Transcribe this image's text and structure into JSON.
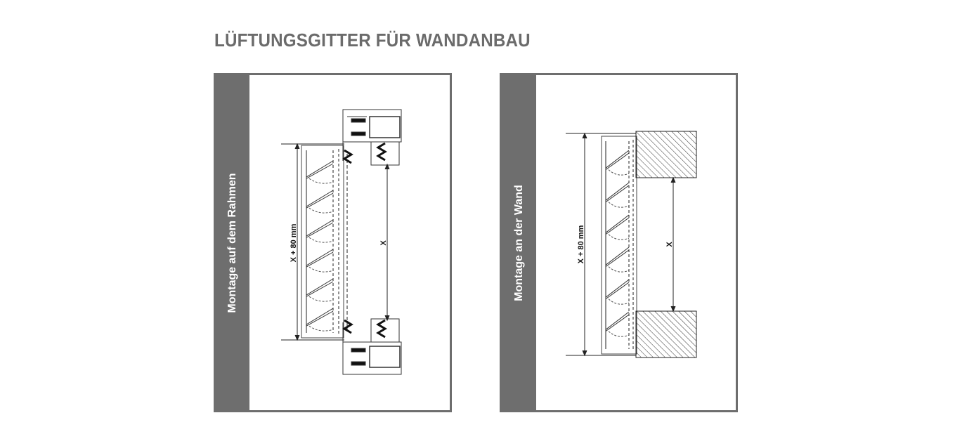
{
  "title": "LÜFTUNGSGITTER FÜR WANDANBAU",
  "panels": [
    {
      "label": "Montage auf dem Rahmen",
      "dim_outer": "X + 80 mm",
      "dim_inner": "X"
    },
    {
      "label": "Montage an der Wand",
      "dim_outer": "X + 80 mm",
      "dim_inner": "X"
    }
  ],
  "colors": {
    "band": "#6e6e6e",
    "title": "#6b6b6b"
  }
}
